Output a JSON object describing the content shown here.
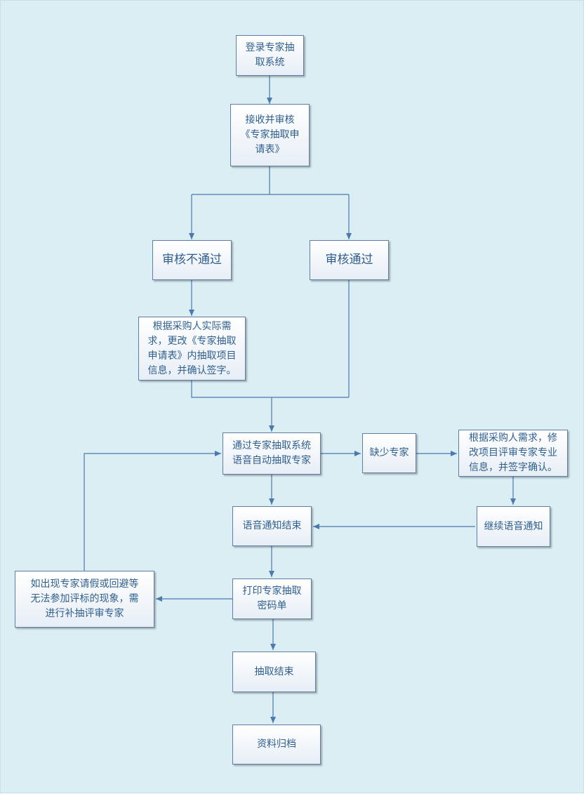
{
  "diagram": {
    "nodes": {
      "login": "登录专家抽\n取系统",
      "receive": "接收并审核\n《专家抽取申\n请表》",
      "rejected": "审核不通过",
      "approved": "审核通过",
      "modify_form": "根据采购人实际需\n求，更改《专家抽取\n申请表》内抽取项目\n信息，并确认签字。",
      "auto_extract": "通过专家抽取系统\n语音自动抽取专家",
      "shortage": "缺少专家",
      "modify_project": "根据采购人需求，修\n改项目评审专家专业\n信息，并签字确认。",
      "voice_end": "语音通知结束",
      "continue_voice": "继续语音通知",
      "print": "打印专家抽取\n密码单",
      "supplement": "如出现专家请假或回避等\n无法参加评标的现象，需\n进行补抽评审专家",
      "extract_end": "抽取结束",
      "archive": "资料归档"
    }
  },
  "colors": {
    "background": "#daeef3",
    "node_border": "#5b7fa6",
    "node_text": "#2f5f8f",
    "edge": "#4a7ab0"
  }
}
